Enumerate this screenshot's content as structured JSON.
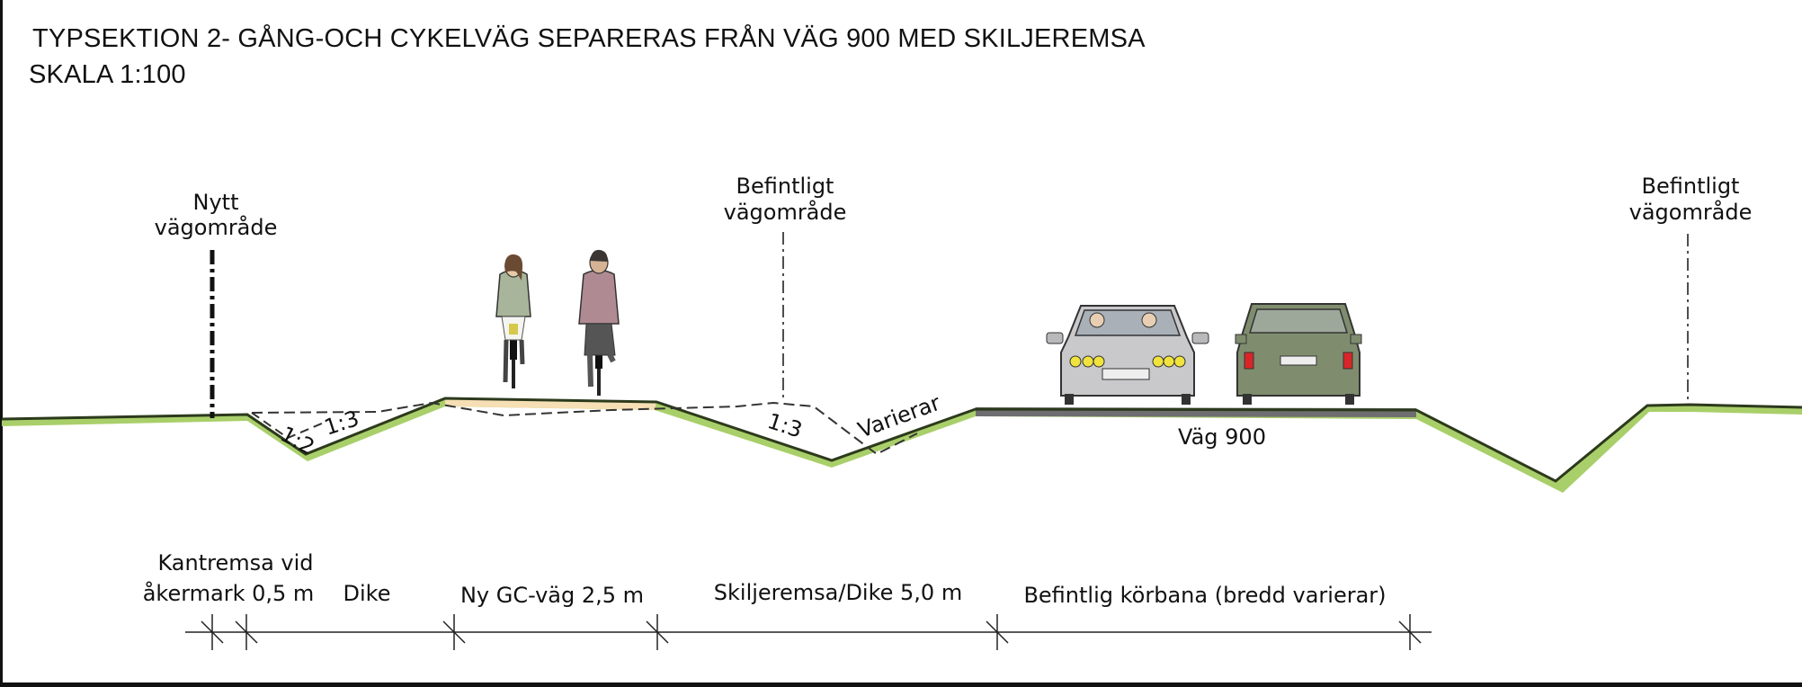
{
  "title": "TYPSEKTION 2- GÅNG-OCH CYKELVÄG SEPARERAS FRÅN VÄG 900 MED SKILJEREMSA",
  "scale": "SKALA 1:100",
  "boundaries": {
    "new_area": [
      "Nytt",
      "vägområde"
    ],
    "existing_area_left": [
      "Befintligt",
      "vägområde"
    ],
    "existing_area_right": [
      "Befintligt",
      "vägområde"
    ]
  },
  "slopes": {
    "ditch_inner": "1:2",
    "ditch_outer": "1:3",
    "separator": "1:3",
    "varies": "Varierar"
  },
  "road_name": "Väg 900",
  "dimensions": {
    "edge_strip": [
      "Kantremsa vid",
      "åkermark 0,5 m"
    ],
    "ditch": "Dike",
    "new_path": "Ny GC-väg 2,5 m",
    "separator": "Skiljeremsa/Dike 5,0 m",
    "existing_road": "Befintlig körbana (bredd varierar)"
  },
  "colors": {
    "grass": "#a9cf6a",
    "ground_line": "#2c3a1c",
    "path": "#f6dfb4",
    "asphalt": "#6e6e70"
  }
}
